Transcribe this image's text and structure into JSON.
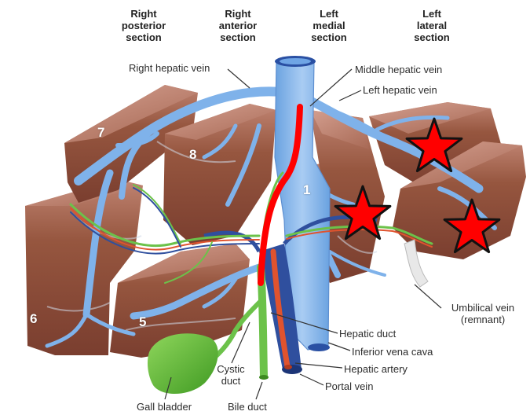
{
  "headers": {
    "right_posterior": "Right\nposterior\nsection",
    "right_anterior": "Right\nanterior\nsection",
    "left_medial": "Left\nmedial\nsection",
    "left_lateral": "Left\nlateral\nsection"
  },
  "labels": {
    "right_hepatic_vein": "Right hepatic vein",
    "middle_hepatic_vein": "Middle hepatic vein",
    "left_hepatic_vein": "Left hepatic vein",
    "umbilical_vein": "Umbilical vein\n(remnant)",
    "hepatic_duct": "Hepatic duct",
    "inferior_vena_cava": "Inferior vena cava",
    "hepatic_artery": "Hepatic artery",
    "portal_vein": "Portal vein",
    "cystic_duct": "Cystic\nduct",
    "gall_bladder": "Gall bladder",
    "bile_duct": "Bile duct"
  },
  "segments": {
    "s1": "1",
    "s5": "5",
    "s6": "6",
    "s7": "7",
    "s8": "8"
  },
  "colors": {
    "liver": "#8e5141",
    "liver_light": "#b97a68",
    "vein": "#7fb2ea",
    "bile": "#6cc24a",
    "artery": "#e0532e",
    "portal": "#2f4f9e",
    "marker_line": "#ff0000",
    "star": "#ff0000"
  }
}
